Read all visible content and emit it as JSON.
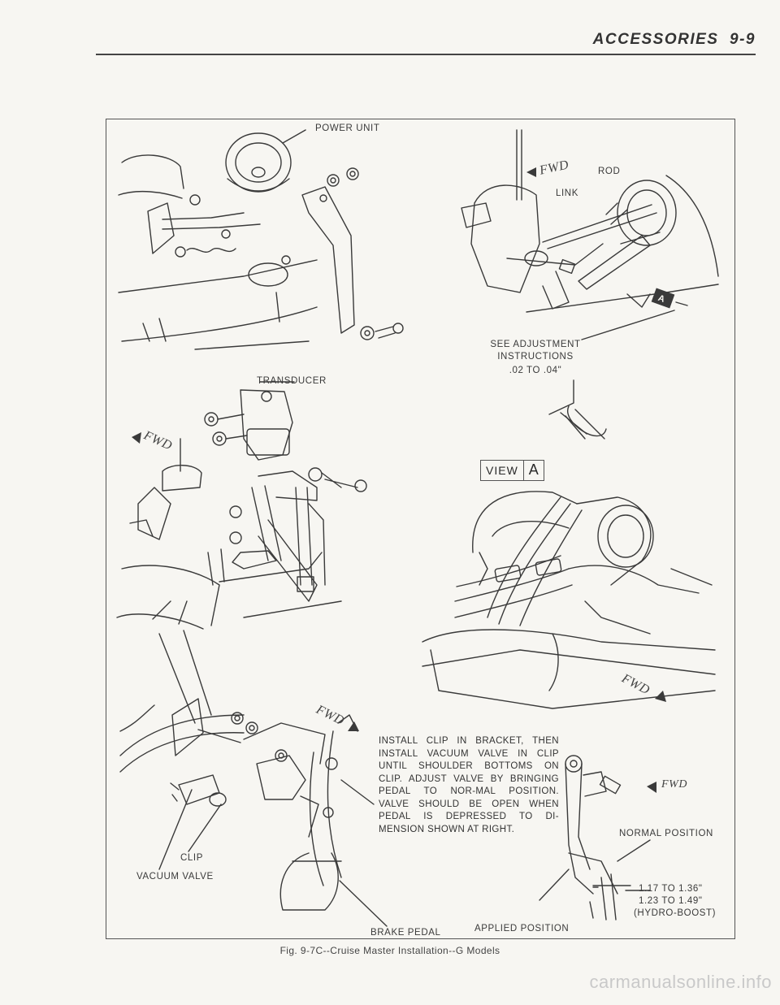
{
  "header": {
    "section": "ACCESSORIES",
    "page": "9-9"
  },
  "figure": {
    "labels": {
      "power_unit": "POWER UNIT",
      "transducer": "TRANSDUCER",
      "rod": "ROD",
      "link": "LINK",
      "see_adjustment": "SEE ADJUSTMENT",
      "instructions": "INSTRUCTIONS",
      "gap": ".02 TO .04\"",
      "view_word": "VIEW",
      "view_letter": "A",
      "callout_a": "A",
      "clip": "CLIP",
      "vacuum_valve": "VACUUM VALVE",
      "brake_pedal": "BRAKE PEDAL",
      "applied_position": "APPLIED POSITION",
      "normal_position": "NORMAL POSITION",
      "dim1": "1.17 TO 1.36\"",
      "dim2": "1.23 TO 1.49\"",
      "dim3": "(HYDRO-BOOST)",
      "fwd": "FWD"
    },
    "install_note": "INSTALL CLIP IN BRACKET, THEN INSTALL VACUUM VALVE IN CLIP UNTIL SHOULDER BOTTOMS ON CLIP. ADJUST VALVE BY BRINGING PEDAL TO NOR-MAL POSITION. VALVE SHOULD BE OPEN WHEN PEDAL IS DEPRESSED TO DI-MENSION SHOWN AT RIGHT."
  },
  "caption": "Fig. 9-7C--Cruise Master Installation--G Models",
  "watermark": "carmanualsonline.info"
}
